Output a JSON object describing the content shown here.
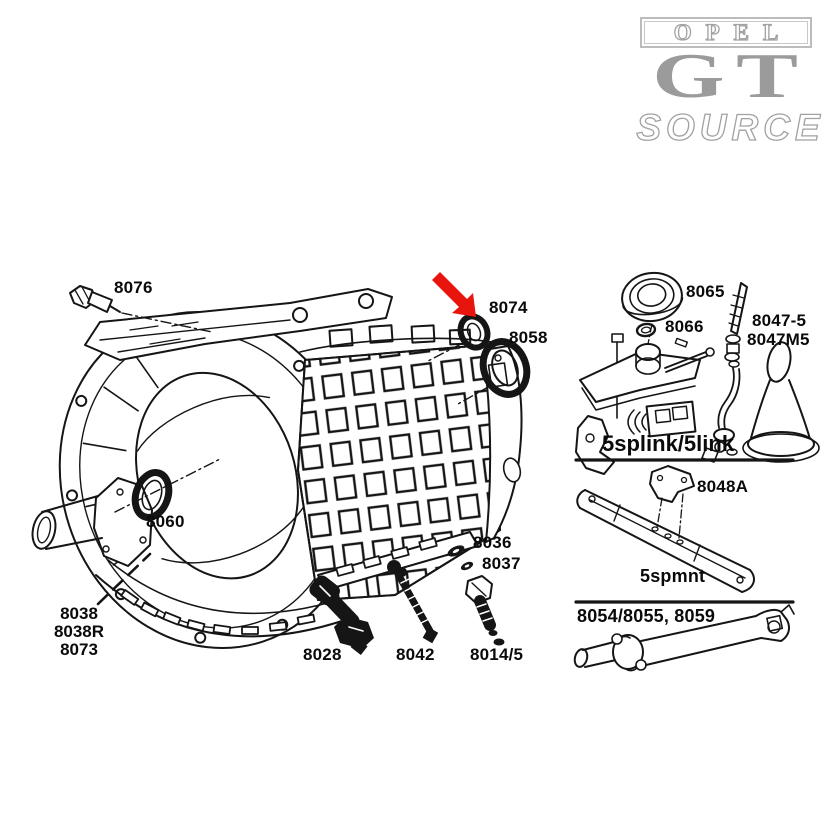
{
  "logo": {
    "brand": "OPEL",
    "model": "GT",
    "suffix": "SOURCE"
  },
  "colors": {
    "line": "#151515",
    "arrow_red": "#e8150e",
    "logo_gray": "#a2a2a2"
  },
  "labels": {
    "p8076": "8076",
    "p8074": "8074",
    "p8058": "8058",
    "p8060": "8060",
    "p8038": "8038",
    "p8038r": "8038R",
    "p8073": "8073",
    "p8036": "8036",
    "p8037": "8037",
    "p8028": "8028",
    "p8042": "8042",
    "p8014_5": "8014/5",
    "p8065": "8065",
    "p8066": "8066",
    "p8047_5": "8047-5",
    "p8047m5": "8047M5",
    "caption_splink": "5splink/5link",
    "p8048a": "8048A",
    "caption_spmnt": "5spmnt",
    "caption_driveshaft": "8054/8055, 8059"
  }
}
